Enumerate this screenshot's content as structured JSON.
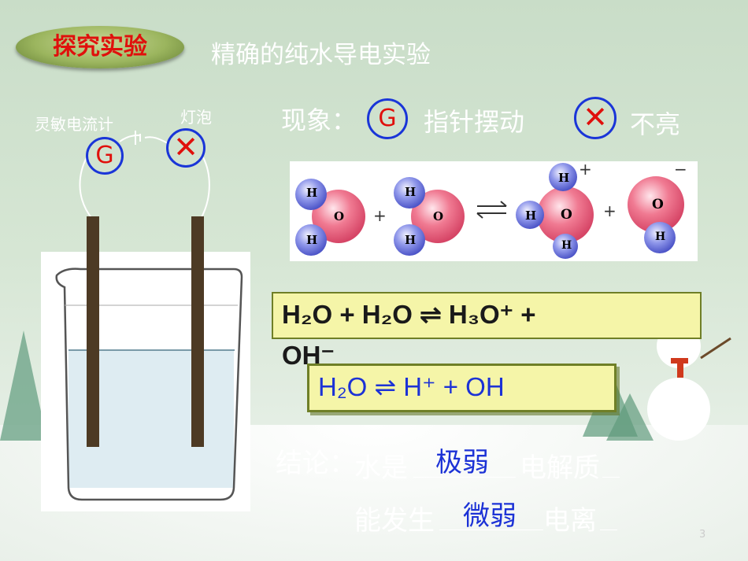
{
  "header": {
    "badge": "探究实验",
    "title": "精确的纯水导电实验"
  },
  "apparatus": {
    "galvanometer_label": "灵敏电流计",
    "bulb_label": "灯泡",
    "galvanometer_symbol": "G"
  },
  "phenomenon": {
    "label": "现象：",
    "g_symbol": "G",
    "g_text": "指针摆动",
    "bulb_text": "不亮"
  },
  "molecules": {
    "h": "H",
    "o": "O",
    "plus": "+",
    "plus_charge": "+",
    "minus_charge": "−"
  },
  "equation1": {
    "line1": "H₂O + H₂O ⇌ H₃O⁺ +",
    "line2": "OH⁻"
  },
  "equation2": {
    "text": "H₂O ⇌ H⁺ + OH"
  },
  "conclusion": {
    "label": "结论：",
    "line1_prefix": "水是",
    "line1_answer": "极弱",
    "line1_suffix": "电解质",
    "line2_prefix": "能发生",
    "line2_answer": "微弱",
    "line2_suffix": "电离"
  },
  "slide_number": "3",
  "colors": {
    "accent_red": "#e0100c",
    "accent_blue": "#1c32d6",
    "highlight_yellow": "#f5f5a8"
  }
}
